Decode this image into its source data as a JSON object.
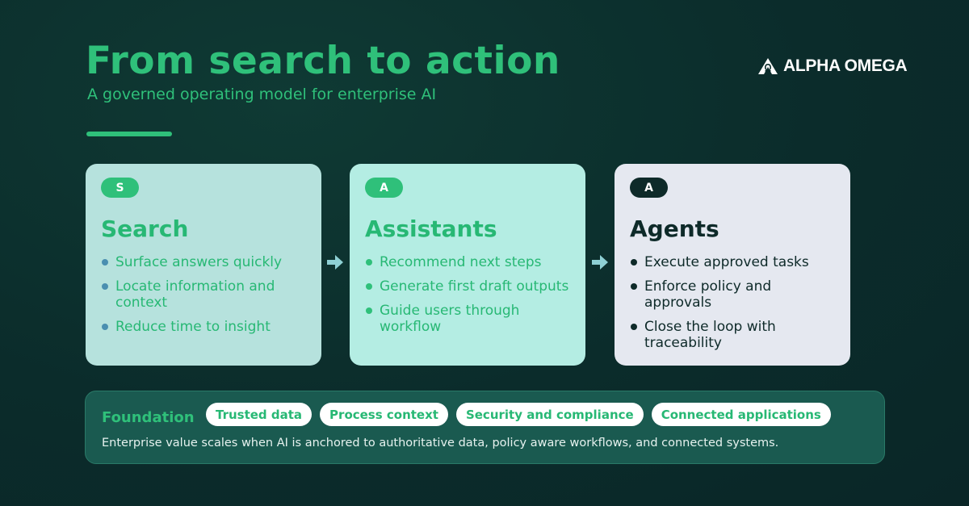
{
  "header": {
    "title": "From search to action",
    "subtitle": "A governed operating model for enterprise AI",
    "logo_text": "ALPHA OMEGA",
    "logo_icon": "alpha-omega-mark"
  },
  "colors": {
    "accent": "#2fc07a",
    "background": "#0b2c2b",
    "dark": "#0e2a29"
  },
  "stages": [
    {
      "badge": "S",
      "title": "Search",
      "items": [
        "Surface answers quickly",
        "Locate information and context",
        "Reduce time to insight"
      ]
    },
    {
      "badge": "A",
      "title": "Assistants",
      "items": [
        "Recommend next steps",
        "Generate first draft outputs",
        "Guide users through workflow"
      ]
    },
    {
      "badge": "A",
      "title": "Agents",
      "items": [
        "Execute approved tasks",
        "Enforce policy and approvals",
        "Close the loop with traceability"
      ]
    }
  ],
  "foundation": {
    "label": "Foundation",
    "pills": [
      "Trusted data",
      "Process context",
      "Security and compliance",
      "Connected applications"
    ],
    "description": "Enterprise value scales when AI is anchored to authoritative data, policy aware workflows, and connected systems."
  }
}
